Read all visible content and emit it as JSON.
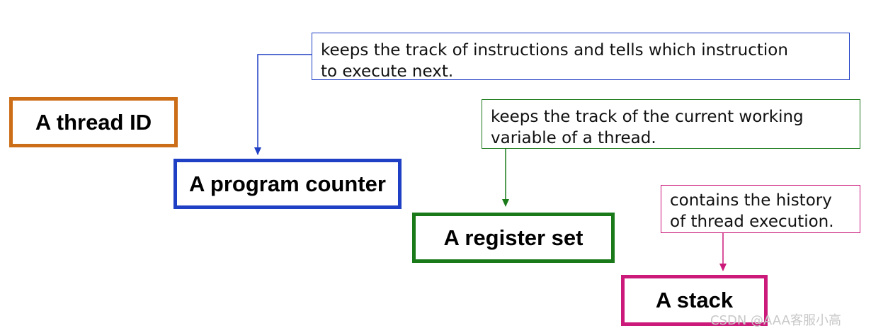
{
  "boxes": {
    "thread_id": "A thread ID",
    "program_counter": "A program counter",
    "register_set": "A register set",
    "stack": "A stack"
  },
  "notes": {
    "program_counter": "keeps the track of instructions and tells which instruction\nto execute next.",
    "register_set": "keeps the track of the current working\nvariable of a thread.",
    "stack": "contains the history\nof thread  execution."
  },
  "colors": {
    "thread_id": "#cc6d17",
    "program_counter": "#1f3fc4",
    "register_set": "#1a7a1a",
    "stack": "#cc1a7a"
  },
  "watermark": "CSDN @AAA客服小高"
}
